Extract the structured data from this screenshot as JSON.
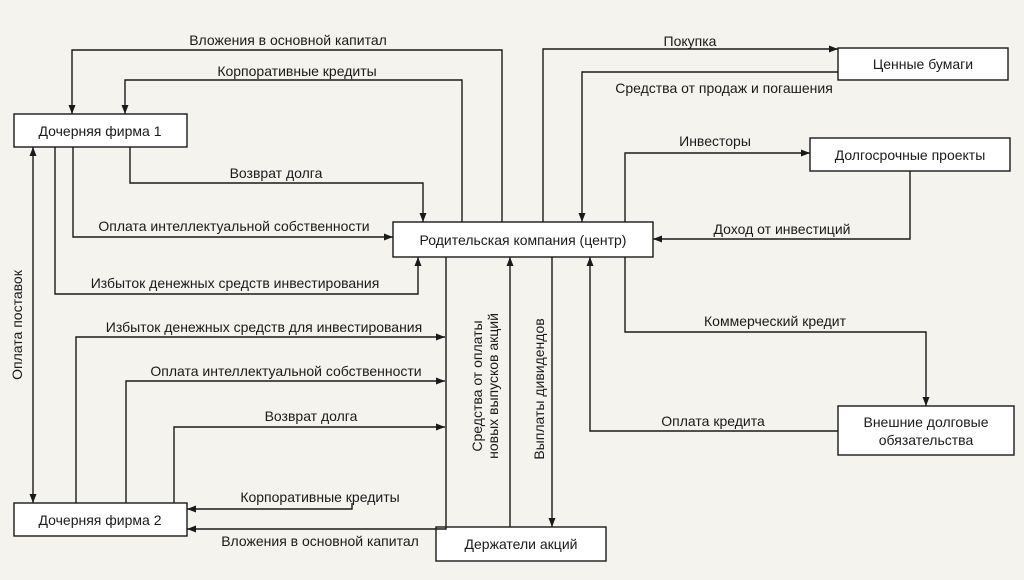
{
  "nodes": {
    "subsidiary1": "Дочерняя фирма 1",
    "subsidiary2": "Дочерняя фирма 2",
    "parent": "Родительская компания (центр)",
    "securities": "Ценные бумаги",
    "projects": "Долгосрочные проекты",
    "debt_line1": "Внешние долговые",
    "debt_line2": "обязательства",
    "shareholders": "Держатели акций"
  },
  "flows": {
    "s1_fixed_capital": "Вложения в основной капитал",
    "s1_corp_credits": "Корпоративные кредиты",
    "s1_debt_return": "Возврат долга",
    "s1_ip_payment": "Оплата интеллектуальной собственности",
    "s1_surplus": "Избыток денежных средств инвестирования",
    "supply_payment": "Оплата поставок",
    "s2_surplus": "Избыток денежных средств для инвестирования",
    "s2_ip_payment": "Оплата интеллектуальной собственности",
    "s2_debt_return": "Возврат долга",
    "s2_corp_credits": "Корпоративные кредиты",
    "s2_fixed_capital": "Вложения в основной капитал",
    "share_issue_line1": "Средства от оплаты",
    "share_issue_line2": "новых выпусков акций",
    "dividends": "Выплаты дивидендов",
    "purchase": "Покупка",
    "sales_redemption": "Средства от продаж и погашения",
    "investors": "Инвесторы",
    "investment_income": "Доход от инвестиций",
    "commercial_credit": "Коммерческий кредит",
    "credit_payment": "Оплата кредита"
  }
}
